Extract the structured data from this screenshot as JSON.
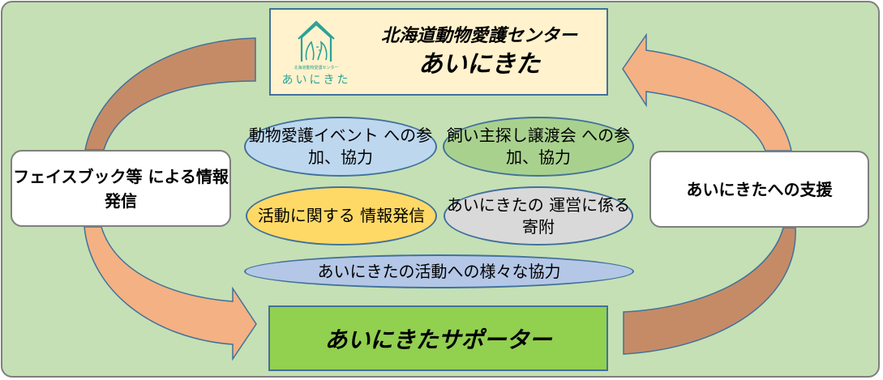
{
  "colors": {
    "background": "#c5e0b4",
    "frame_border": "#7f7f7f",
    "title_box_fill": "#fff2cc",
    "supporter_box_fill": "#92d050",
    "arrow_orange": "#f4b183",
    "arrow_brown": "#c55a11",
    "arrow_outline": "#41719c",
    "logo_teal": "#2aa198"
  },
  "title_box": {
    "line1": "北海道動物愛護センター",
    "line2": "あいにきた",
    "logo": {
      "icon": "house-with-faces-logo-icon",
      "sub_label": "北海道動物愛護センター",
      "name": "あいにきた"
    }
  },
  "left_box": {
    "line1": "フェイスブック等",
    "line2": "による情報発信"
  },
  "right_box": {
    "label": "あいにきたへの支援"
  },
  "supporter_box": {
    "label": "あいにきたサポーター"
  },
  "activities": [
    {
      "line1": "動物愛護イベント",
      "line2": "への参加、協力",
      "color": "#bdd7ee"
    },
    {
      "line1": "飼い主探し譲渡会",
      "line2": "への参加、協力",
      "color": "#a9d18e"
    },
    {
      "line1": "活動に関する",
      "line2": "情報発信",
      "color": "#ffd966"
    },
    {
      "line1": "あいにきたの",
      "line2": "運営に係る寄附",
      "color": "#d9d9d9"
    },
    {
      "line1": "あいにきたの活動への様々な協力",
      "color": "#b4c7e7"
    }
  ],
  "arrows": [
    {
      "name": "left-cycle-arrow",
      "direction": "from title box down to supporters (right-pointing head)"
    },
    {
      "name": "right-cycle-arrow",
      "direction": "from supporters up to title box (left-pointing head)"
    }
  ]
}
